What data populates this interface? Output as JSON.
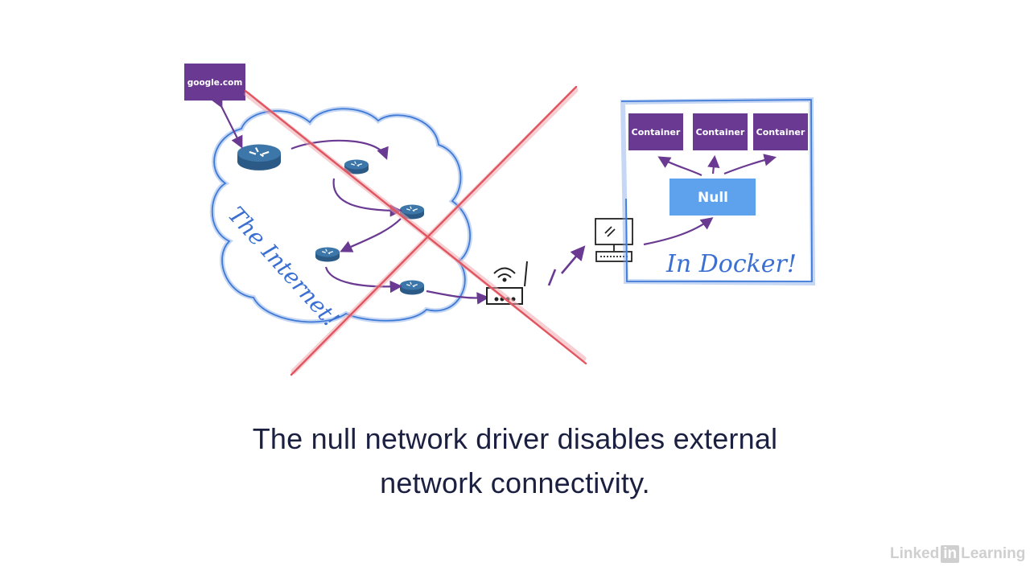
{
  "diagram": {
    "origin_box": "google.com",
    "cloud_label": "The Internet!",
    "docker_label": "In Docker!",
    "driver_box": "Null",
    "containers": [
      "Container",
      "Container",
      "Container"
    ]
  },
  "caption": {
    "line1": "The null network driver disables external",
    "line2": "network connectivity."
  },
  "watermark": {
    "left": "Linked",
    "in": "in",
    "right": "Learning"
  },
  "colors": {
    "purple_box": "#6a3a92",
    "null_box": "#5ea1ec",
    "cloud_stroke": "#3f7ad6",
    "cross": "#e05560",
    "arrow": "#6a3a92",
    "router": "#2c5a86"
  }
}
